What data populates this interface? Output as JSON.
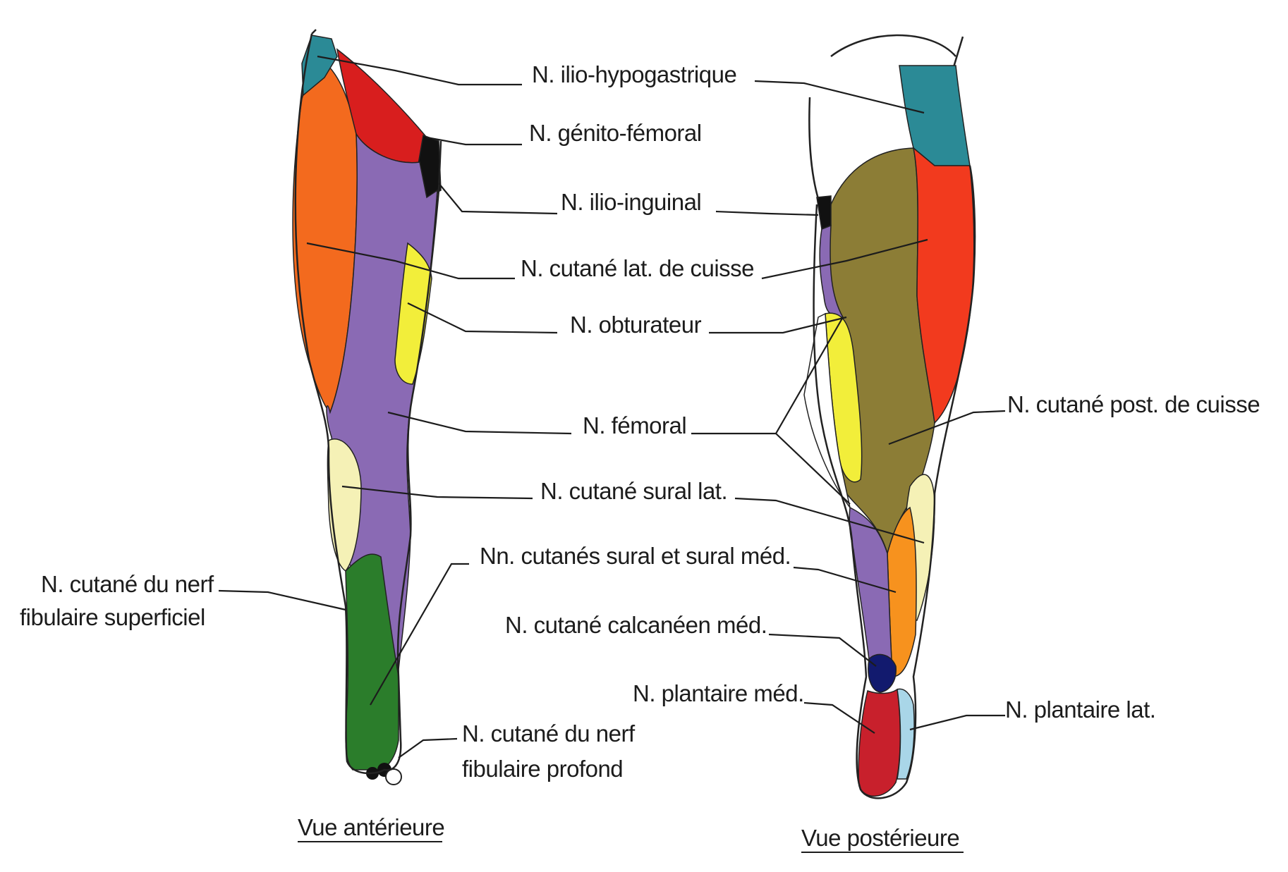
{
  "labels": {
    "ilio_hypogastrique": "N. ilio-hypogastrique",
    "genito_femoral": "N. génito-fémoral",
    "ilio_inguinal": "N. ilio-inguinal",
    "cutane_lat_cuisse": "N. cutané lat. de cuisse",
    "obturateur": "N. obturateur",
    "femoral": "N. fémoral",
    "cutane_post_cuisse": "N. cutané post. de cuisse",
    "cutane_sural_lat": "N. cutané sural lat.",
    "sural_med": "Nn. cutanés sural et sural méd.",
    "fibulaire_superficiel_1": "N. cutané du nerf",
    "fibulaire_superficiel_2": "fibulaire superficiel",
    "calcaneen_med": "N. cutané calcanéen méd.",
    "plantaire_med": "N. plantaire méd.",
    "plantaire_lat": "N. plantaire lat.",
    "fibulaire_profond_1": "N. cutané du nerf",
    "fibulaire_profond_2": "fibulaire profond"
  },
  "captions": {
    "anterior": "Vue antérieure",
    "posterior": "Vue postérieure"
  },
  "colors": {
    "ilio_hypogastrique": "#2b8a96",
    "genito_femoral": "#d81e1e",
    "ilio_inguinal": "#111111",
    "cutane_lat_cuisse": "#f36a1e",
    "obturateur": "#f2ee3a",
    "femoral": "#8a6ab4",
    "cutane_post_cuisse": "#8c7d36",
    "cutane_sural_lat": "#f5f1b6",
    "sural_med": "#f7921e",
    "fibulaire_superficiel": "#2b7d2b",
    "calcaneen_med": "#121a6e",
    "plantaire_med": "#c8202c",
    "plantaire_lat": "#a9d6e8",
    "posterior_thigh_lateral": "#f23a1e"
  }
}
